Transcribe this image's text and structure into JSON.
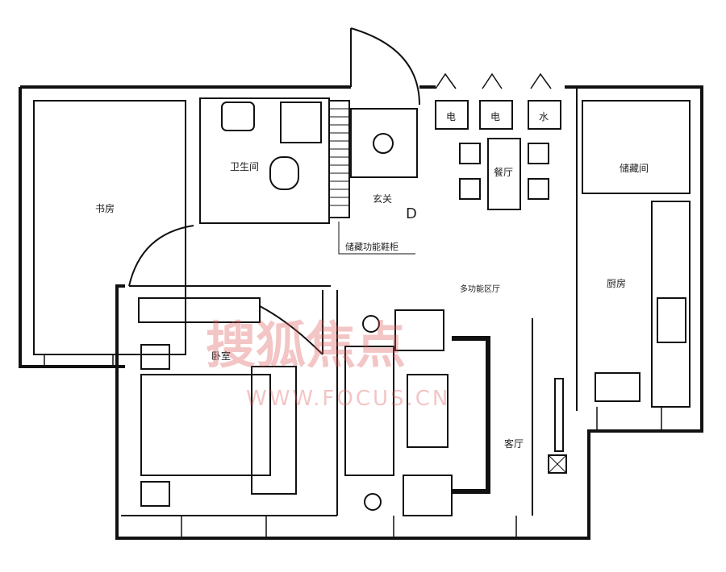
{
  "rooms": {
    "study": "书房",
    "bathroom": "卫生间",
    "entrance": "玄关",
    "dining": "餐厅",
    "storage": "储藏间",
    "kitchen": "厨房",
    "bedroom": "卧室",
    "living": "客厅",
    "multifunction": "多功能区厅",
    "shoe_cabinet": "储藏功能鞋柜"
  },
  "meters": [
    "电",
    "电",
    "水"
  ],
  "door_mark": "D",
  "watermark": {
    "brand": "搜狐焦点",
    "url": "WWW.FOCUS.CN"
  },
  "colors": {
    "line": "#111111",
    "watermark": "#dc5a5a"
  }
}
